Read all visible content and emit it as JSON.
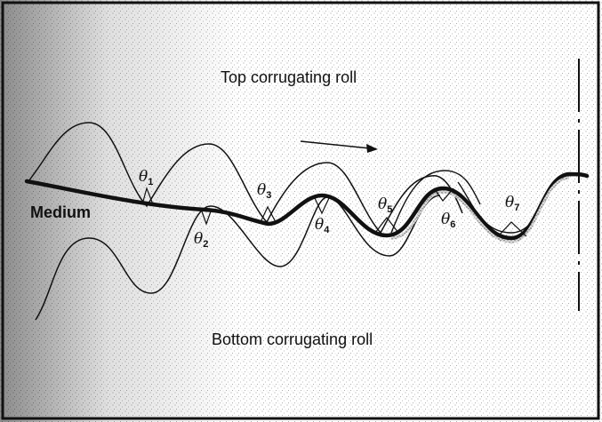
{
  "labels": {
    "top_roll": "Top corrugating roll",
    "bottom_roll": "Bottom corrugating roll",
    "medium": "Medium"
  },
  "angles": [
    {
      "symbol": "θ",
      "sub": "1"
    },
    {
      "symbol": "θ",
      "sub": "2"
    },
    {
      "symbol": "θ",
      "sub": "3"
    },
    {
      "symbol": "θ",
      "sub": "4"
    },
    {
      "symbol": "θ",
      "sub": "5"
    },
    {
      "symbol": "θ",
      "sub": "6"
    },
    {
      "symbol": "θ",
      "sub": "7"
    }
  ],
  "colors": {
    "ink": "#111111",
    "paper": "#ffffff",
    "stipple": "#8a8a8a"
  }
}
